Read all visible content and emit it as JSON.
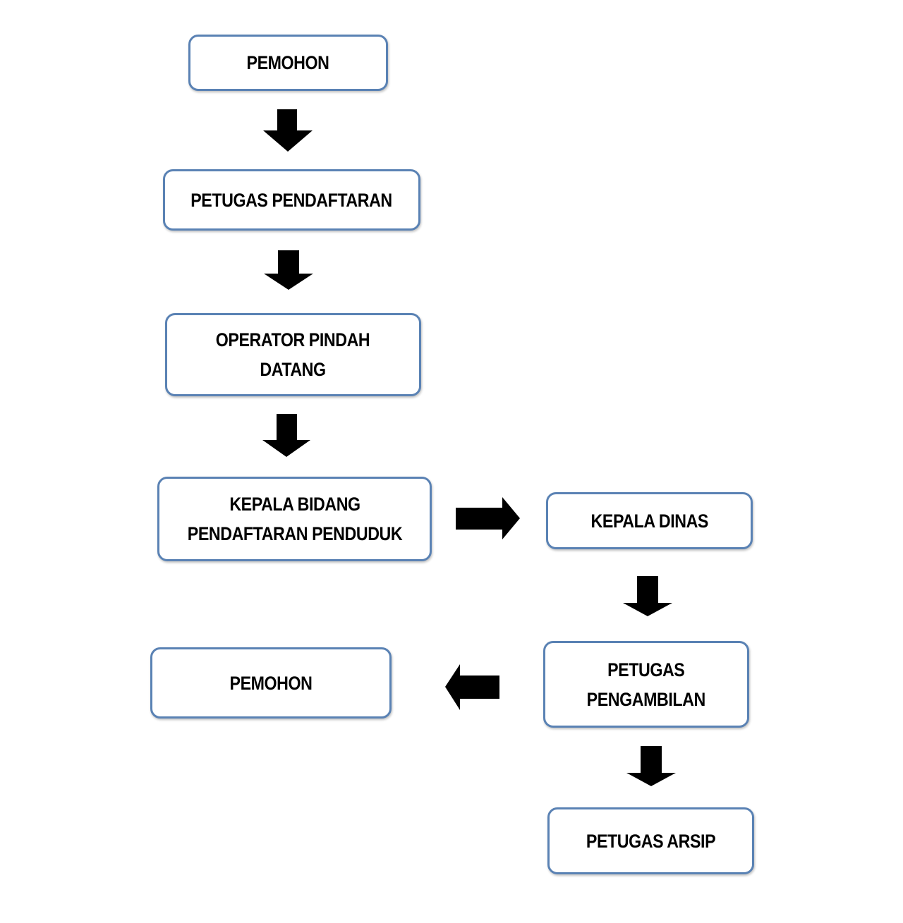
{
  "diagram": {
    "nodes": [
      {
        "id": "pemohon-start",
        "label": "PEMOHON"
      },
      {
        "id": "petugas-pendaftaran",
        "label": "PETUGAS PENDAFTARAN"
      },
      {
        "id": "operator-pindah-datang",
        "label": "OPERATOR PINDAH\nDATANG"
      },
      {
        "id": "kepala-bidang",
        "label": "KEPALA BIDANG\nPENDAFTARAN PENDUDUK"
      },
      {
        "id": "kepala-dinas",
        "label": "KEPALA DINAS"
      },
      {
        "id": "petugas-pengambilan",
        "label": "PETUGAS\nPENGAMBILAN"
      },
      {
        "id": "pemohon-end",
        "label": "PEMOHON"
      },
      {
        "id": "petugas-arsip",
        "label": "PETUGAS ARSIP"
      }
    ],
    "edges": [
      {
        "from": "pemohon-start",
        "to": "petugas-pendaftaran",
        "direction": "down"
      },
      {
        "from": "petugas-pendaftaran",
        "to": "operator-pindah-datang",
        "direction": "down"
      },
      {
        "from": "operator-pindah-datang",
        "to": "kepala-bidang",
        "direction": "down"
      },
      {
        "from": "kepala-bidang",
        "to": "kepala-dinas",
        "direction": "right"
      },
      {
        "from": "kepala-dinas",
        "to": "petugas-pengambilan",
        "direction": "down"
      },
      {
        "from": "petugas-pengambilan",
        "to": "pemohon-end",
        "direction": "left"
      },
      {
        "from": "petugas-pengambilan",
        "to": "petugas-arsip",
        "direction": "down"
      }
    ],
    "colors": {
      "box_border": "#5a82b4",
      "arrow_fill": "#000000",
      "text": "#000000"
    }
  }
}
